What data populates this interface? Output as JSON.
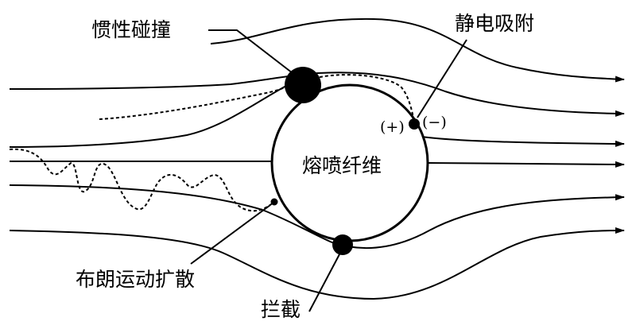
{
  "labels": {
    "inertial_impaction": "惯性碰撞",
    "electrostatic_attraction": "静电吸附",
    "fiber": "熔喷纤维",
    "brownian_diffusion": "布朗运动扩散",
    "interception": "拦截",
    "charge_positive": "(+)",
    "charge_negative": "(−)"
  },
  "colors": {
    "stroke": "#000000",
    "background": "#ffffff"
  }
}
